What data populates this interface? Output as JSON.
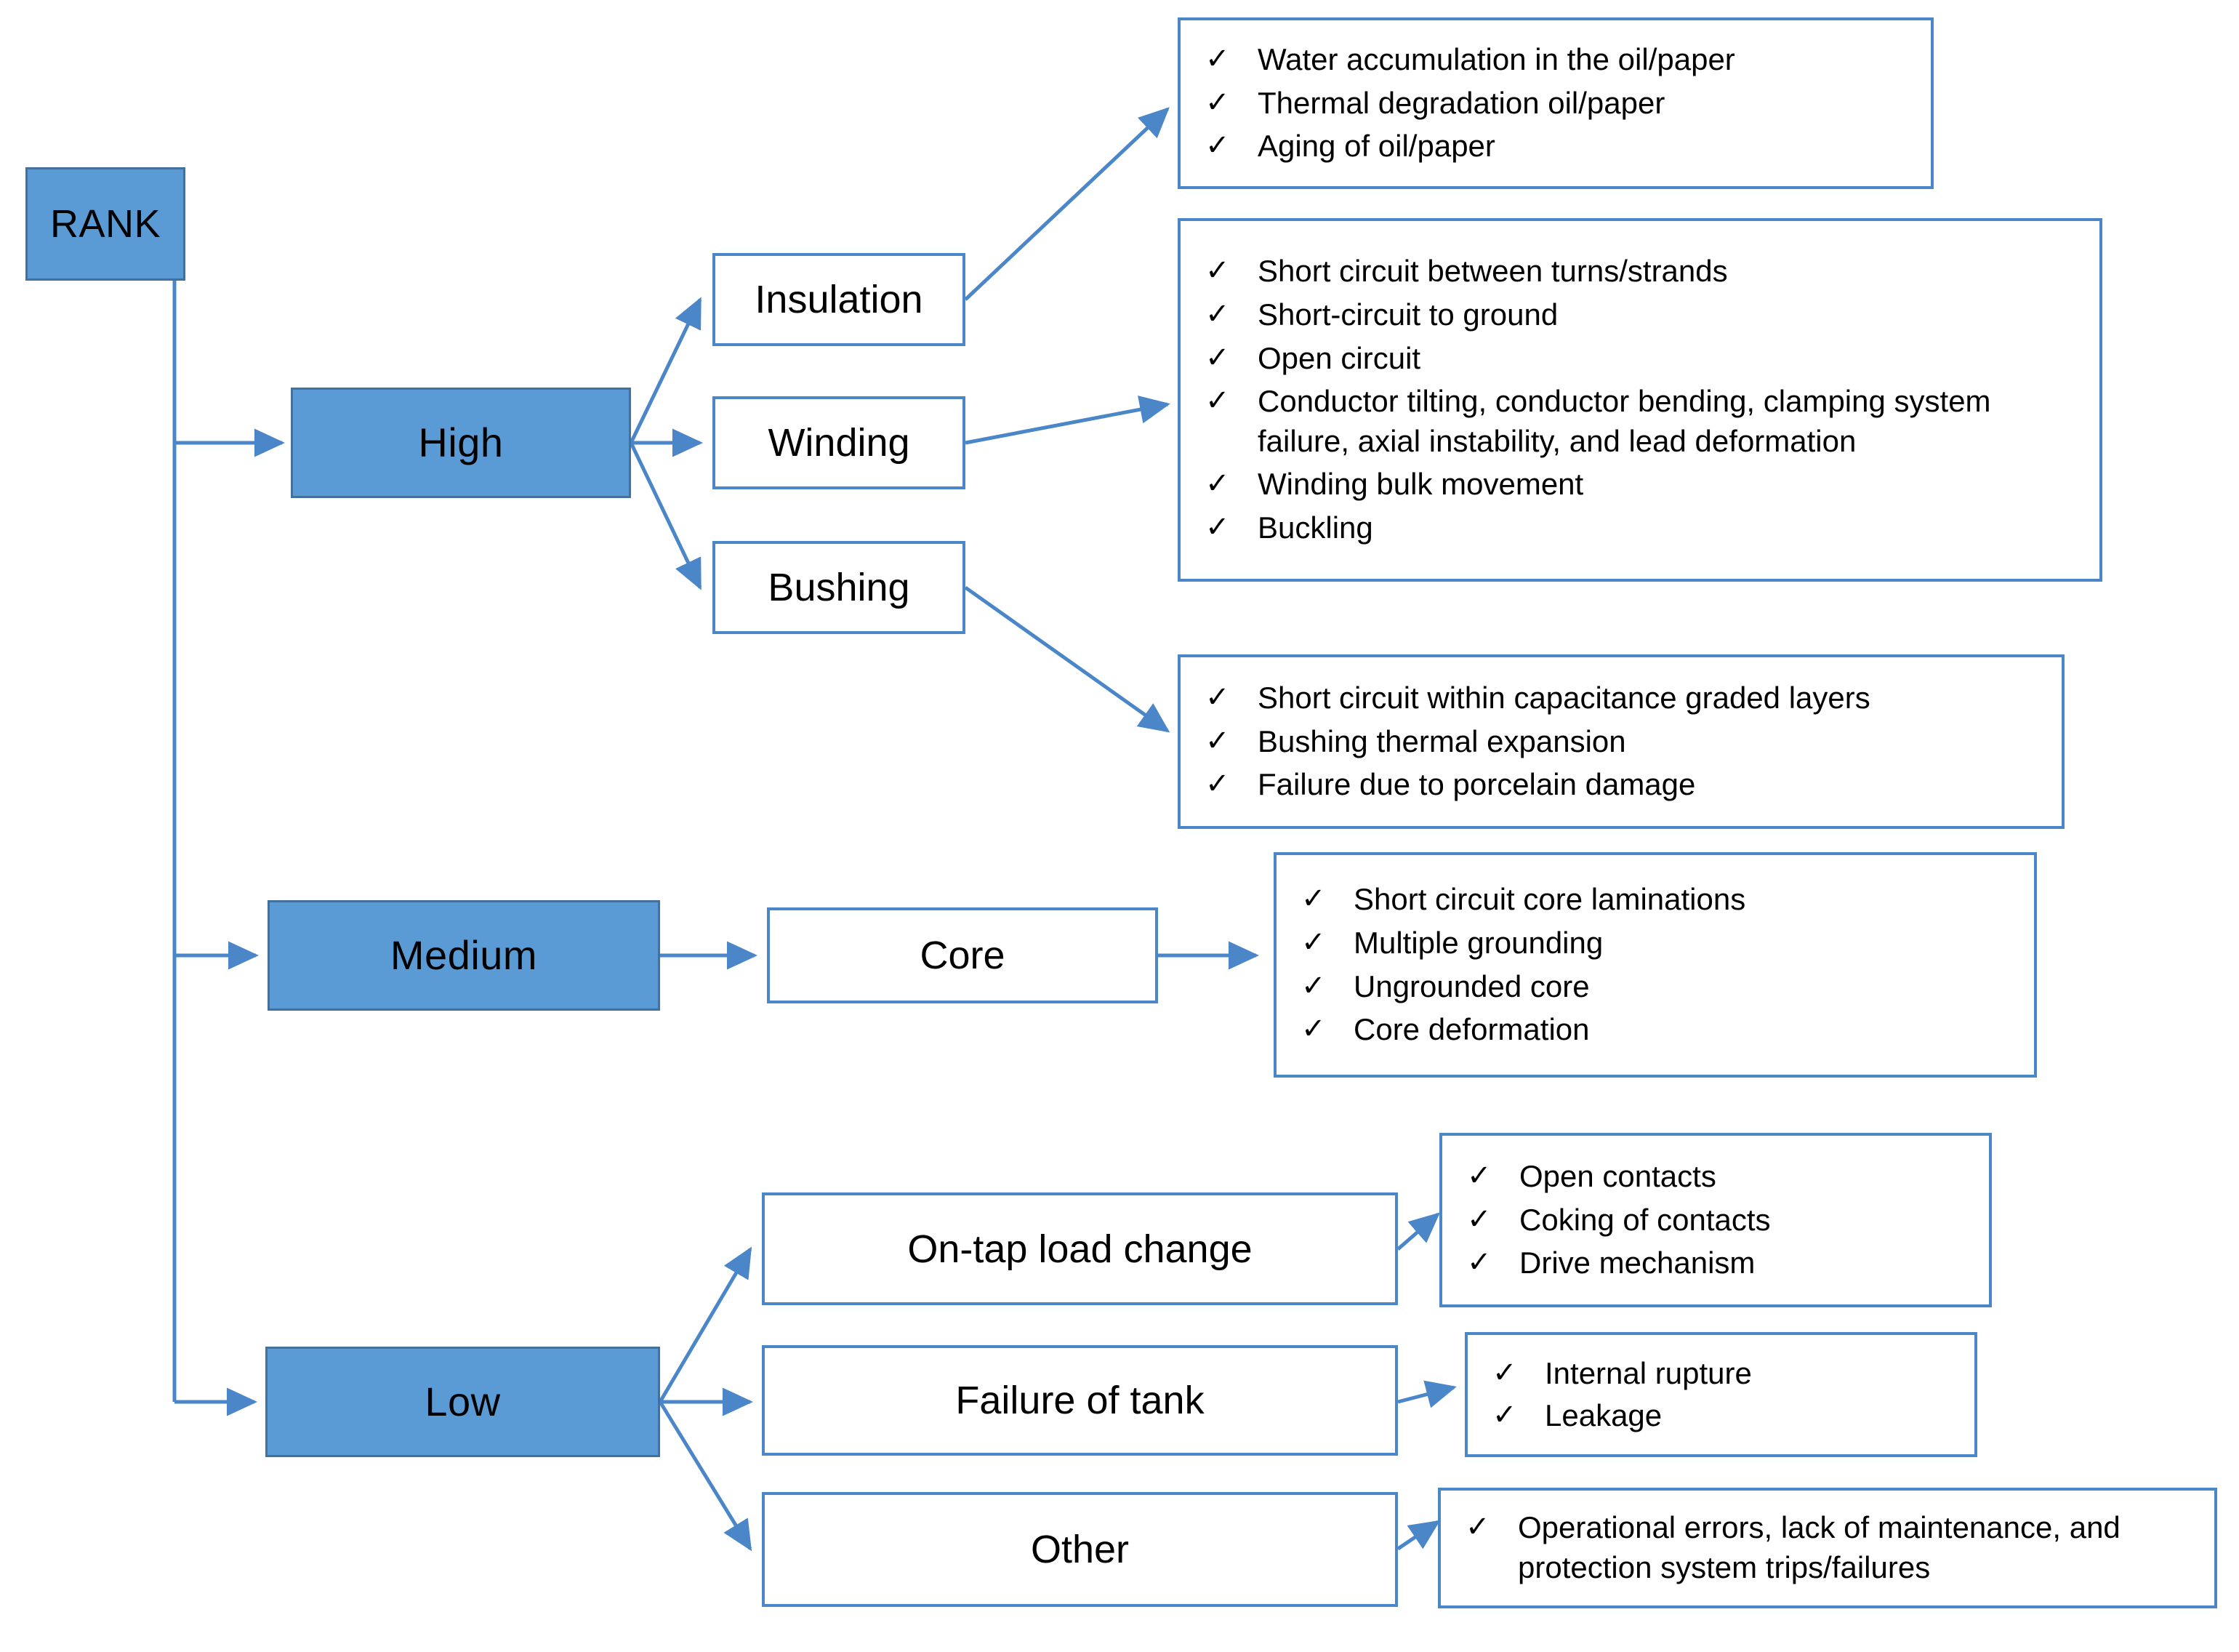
{
  "diagram": {
    "title": "RANK",
    "root": {
      "label": "RANK"
    },
    "ranks": [
      {
        "label": "High"
      },
      {
        "label": "Medium"
      },
      {
        "label": "Low"
      }
    ],
    "components": [
      {
        "label": "Insulation"
      },
      {
        "label": "Winding"
      },
      {
        "label": "Bushing"
      },
      {
        "label": "Core"
      },
      {
        "label": "On-tap load change"
      },
      {
        "label": "Failure of tank"
      },
      {
        "label": "Other"
      }
    ],
    "tick_glyph": "✓",
    "failure_lists": {
      "insulation": [
        "Water accumulation in the oil/paper",
        "Thermal degradation oil/paper",
        "Aging of oil/paper"
      ],
      "winding": [
        "Short circuit between turns/strands",
        "Short-circuit to ground",
        "Open circuit",
        "Conductor tilting, conductor bending, clamping system failure, axial instability, and lead deformation",
        "Winding bulk movement",
        "Buckling"
      ],
      "bushing": [
        "Short circuit within capacitance graded layers",
        "Bushing thermal expansion",
        "Failure due to porcelain damage"
      ],
      "core": [
        "Short circuit core laminations",
        "Multiple grounding",
        "Ungrounded core",
        "Core deformation"
      ],
      "on_tap_load_change": [
        "Open contacts",
        "Coking of contacts",
        "Drive mechanism"
      ],
      "failure_of_tank": [
        "Internal rupture",
        "Leakage"
      ],
      "other": [
        "Operational errors, lack of maintenance, and protection system trips/failures"
      ]
    },
    "colors": {
      "rank_fill": "#5B9BD5",
      "rank_border": "#41719C",
      "box_border": "#4A86C8",
      "connector": "#4A86C8",
      "text": "#000000",
      "background": "#FFFFFF"
    }
  }
}
